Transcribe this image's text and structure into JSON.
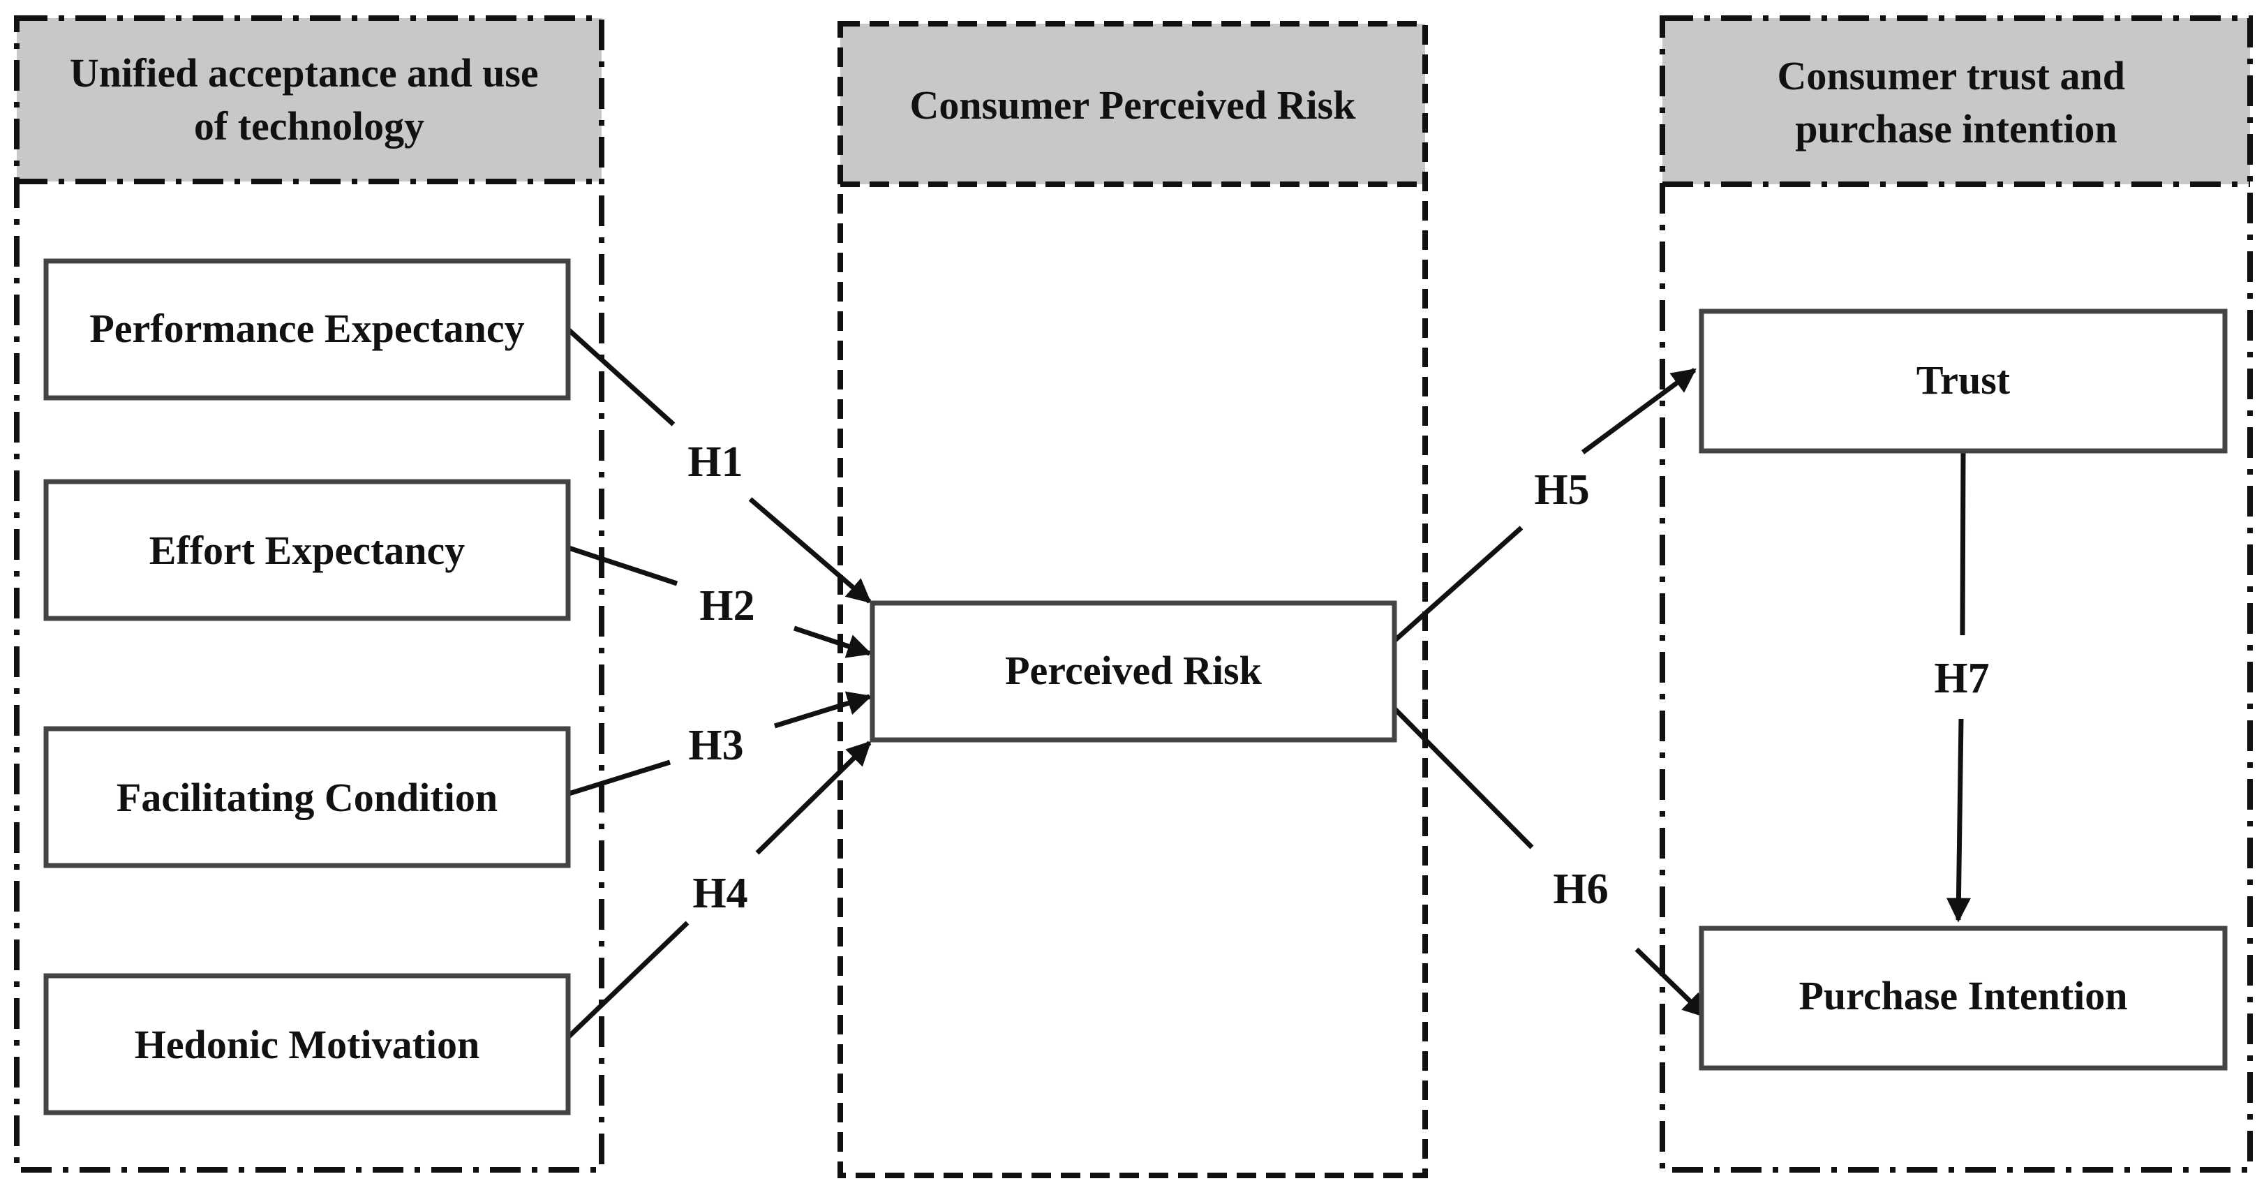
{
  "groups": {
    "utaut": {
      "title_line1": "Unified acceptance and use",
      "title_line2": "of technology"
    },
    "risk": {
      "title": "Consumer Perceived Risk"
    },
    "outcome": {
      "title_line1": "Consumer trust and",
      "title_line2": "purchase intention"
    }
  },
  "nodes": {
    "performance_expectancy": "Performance Expectancy",
    "effort_expectancy": "Effort Expectancy",
    "facilitating_condition": "Facilitating Condition",
    "hedonic_motivation": "Hedonic Motivation",
    "perceived_risk": "Perceived Risk",
    "trust": "Trust",
    "purchase_intention": "Purchase Intention"
  },
  "hypotheses": {
    "h1": "H1",
    "h2": "H2",
    "h3": "H3",
    "h4": "H4",
    "h5": "H5",
    "h6": "H6",
    "h7": "H7"
  },
  "colors": {
    "header_fill": "#c8c8c8",
    "stroke": "#111111",
    "node_stroke": "#444444"
  }
}
